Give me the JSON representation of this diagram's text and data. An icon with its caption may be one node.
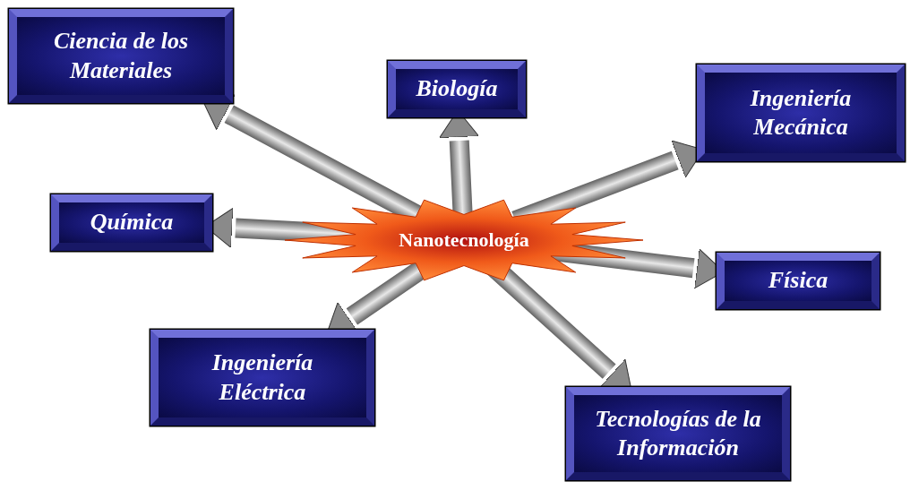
{
  "diagram": {
    "nodes": [
      {
        "text": [
          "Nanotecnología"
        ]
      },
      {
        "text": [
          "Ciencia de los Materiales"
        ]
      },
      {
        "text": [
          "Biología"
        ]
      },
      {
        "text": [
          "Ingeniería Mecánica"
        ]
      },
      {
        "text": [
          "Química"
        ]
      },
      {
        "text": [
          "Física"
        ]
      },
      {
        "text": [
          "Ingeniería Eléctrica"
        ]
      },
      {
        "text": [
          "Tecnologías de la Información"
        ]
      }
    ],
    "edges": [
      {
        "from": 0,
        "to": 1,
        "arrow": "to"
      },
      {
        "from": 0,
        "to": 2,
        "arrow": "to"
      },
      {
        "from": 0,
        "to": 3,
        "arrow": "to"
      },
      {
        "from": 0,
        "to": 4,
        "arrow": "to"
      },
      {
        "from": 0,
        "to": 5,
        "arrow": "to"
      },
      {
        "from": 0,
        "to": 6,
        "arrow": "to"
      },
      {
        "from": 0,
        "to": 7,
        "arrow": "to"
      }
    ]
  }
}
